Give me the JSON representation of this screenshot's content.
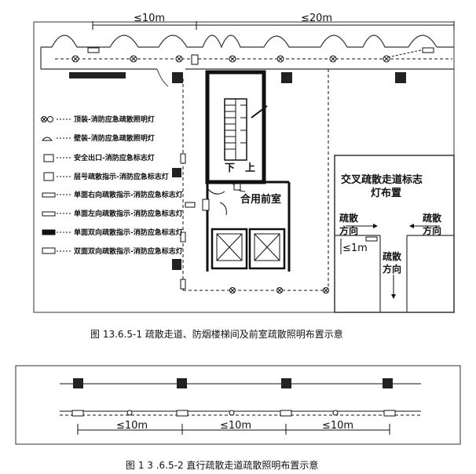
{
  "figure1": {
    "caption": "图 13.6.5-1 疏散走道、防烟楼梯间及前室疏散照明布置示意",
    "dim_top_left": "≤10m",
    "dim_top_right": "≤20m",
    "stair_down": "下",
    "stair_up": "上",
    "anteroom": "合用前室",
    "legend": [
      {
        "icon": "ceiling-light-icon",
        "label": "顶装-消防应急疏散照明灯"
      },
      {
        "icon": "wall-light-icon",
        "label": "壁装-消防应急疏散照明灯"
      },
      {
        "icon": "exit-sign-icon",
        "label": "安全出口-消防应急标志灯"
      },
      {
        "icon": "floor-sign-icon",
        "label": "层号疏散指示-消防应急标志灯"
      },
      {
        "icon": "right-arrow-sign-icon",
        "label": "单面右向疏散指示-消防应急标志灯"
      },
      {
        "icon": "left-arrow-sign-icon",
        "label": "单面左向疏散指示-消防应急标志灯"
      },
      {
        "icon": "double-arrow-sign-icon",
        "label": "单面双向疏散指示-消防应急标志灯"
      },
      {
        "icon": "double-face-sign-icon",
        "label": "双面双向疏散指示-消防应急标志灯"
      }
    ],
    "inset": {
      "title_line1": "交叉疏散走道标志",
      "title_line2": "灯布置",
      "dir_left_1": "疏散",
      "dir_left_2": "方向",
      "dir_right_1": "疏散",
      "dir_right_2": "方向",
      "dir_down_1": "疏散",
      "dir_down_2": "方向",
      "dim": "≤1m"
    }
  },
  "figure2": {
    "caption": "图 1 3 .6.5-2 直行疏散走道疏散照明布置示意",
    "dims": [
      "≤10m",
      "≤10m",
      "≤10m"
    ]
  }
}
